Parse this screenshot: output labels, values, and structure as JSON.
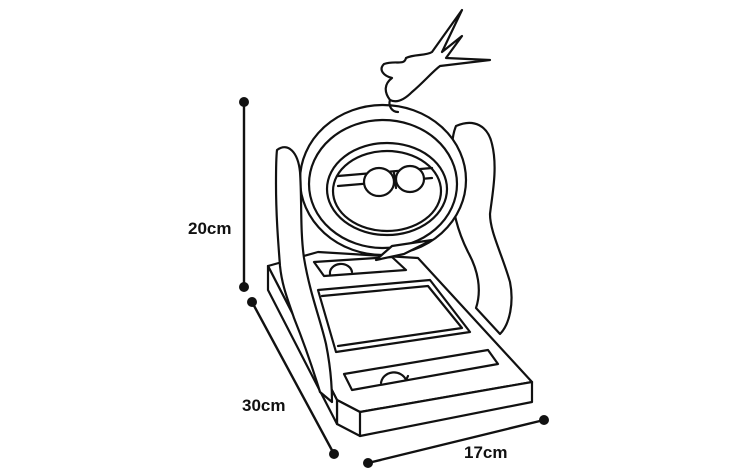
{
  "dimensions": {
    "height": "20cm",
    "depth": "30cm",
    "width": "17cm"
  },
  "colors": {
    "ink": "#111111",
    "background": "#ffffff"
  },
  "icons": {
    "product": "abacus-toy-outline"
  }
}
